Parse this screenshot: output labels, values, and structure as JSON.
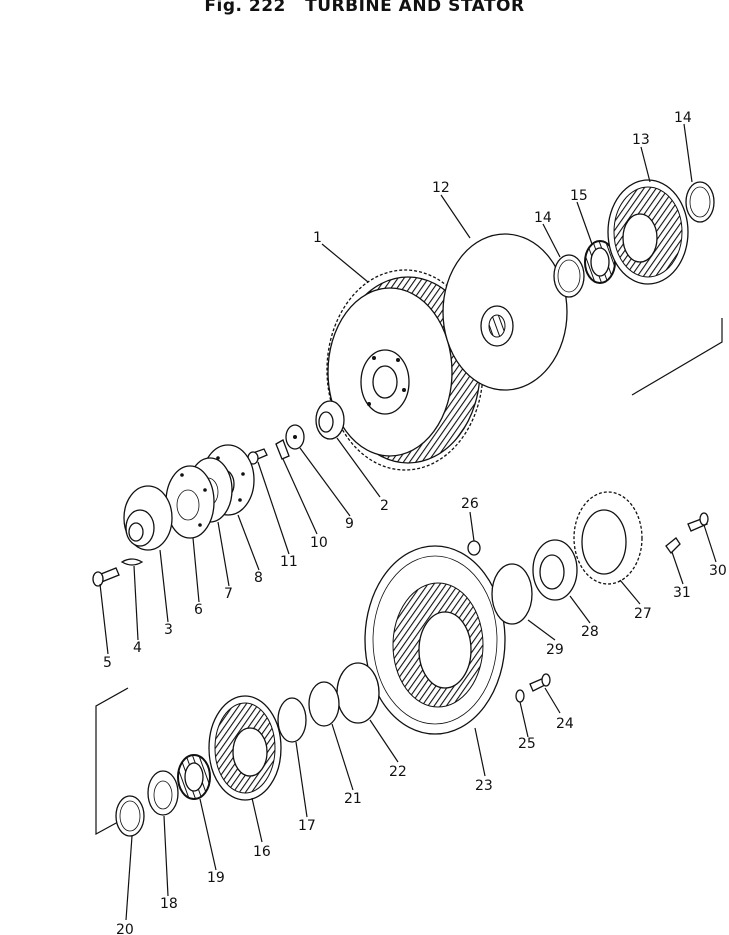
{
  "figure": {
    "number": "Fig. 222",
    "title": "TURBINE AND STATOR"
  },
  "callouts": [
    "1",
    "2",
    "3",
    "4",
    "5",
    "6",
    "7",
    "8",
    "9",
    "10",
    "11",
    "12",
    "13",
    "14",
    "14",
    "15",
    "16",
    "17",
    "18",
    "19",
    "20",
    "21",
    "22",
    "23",
    "24",
    "25",
    "26",
    "27",
    "28",
    "29",
    "30",
    "31"
  ]
}
